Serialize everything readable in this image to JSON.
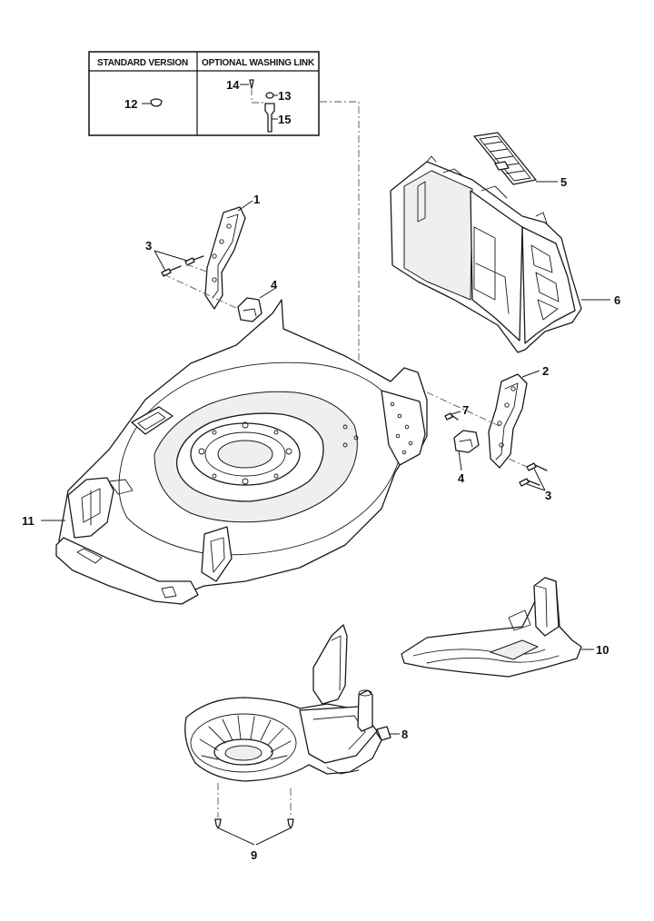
{
  "table": {
    "standard_header": "STANDARD VERSION",
    "optional_header": "OPTIONAL WASHING LINK",
    "standard_parts": [
      "12"
    ],
    "optional_parts": [
      "14",
      "13",
      "15"
    ]
  },
  "callouts": {
    "c1": "1",
    "c2": "2",
    "c3a": "3",
    "c3b": "3",
    "c4a": "4",
    "c4b": "4",
    "c5": "5",
    "c6": "6",
    "c7": "7",
    "c8": "8",
    "c9": "9",
    "c10": "10",
    "c11": "11",
    "c12": "12",
    "c13": "13",
    "c14": "14",
    "c15": "15"
  }
}
